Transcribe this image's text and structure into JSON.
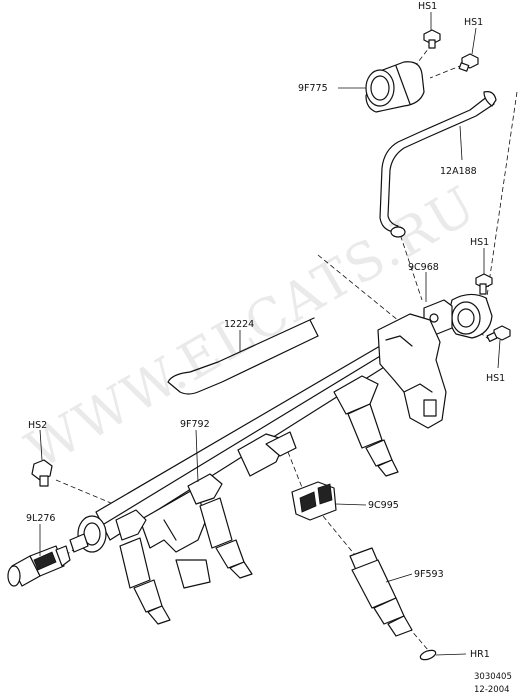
{
  "watermark": "WWW.ELCATS.RU",
  "callouts": {
    "hs1_a": "HS1",
    "hs1_b": "HS1",
    "p9f775": "9F775",
    "p12a188": "12A188",
    "hs1_c": "HS1",
    "p9c968": "9C968",
    "hs1_d": "HS1",
    "p12224": "12224",
    "p9f792": "9F792",
    "hs2": "HS2",
    "p9l276": "9L276",
    "p9c995": "9C995",
    "p9f593": "9F593",
    "hr1": "HR1"
  },
  "footer": {
    "code": "3030405",
    "date": "12-2004"
  }
}
